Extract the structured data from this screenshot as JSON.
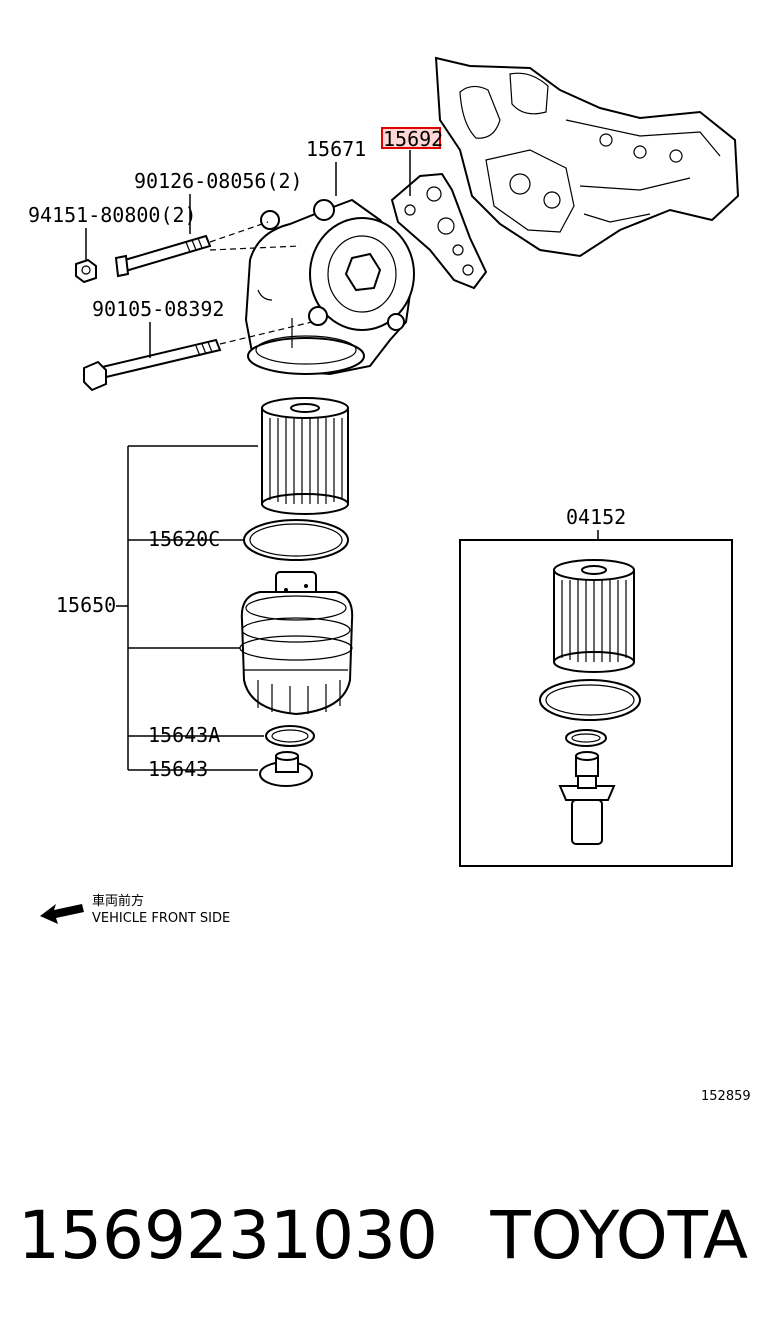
{
  "labels": {
    "p15671": "15671",
    "p15692": "15692",
    "p90126": "90126-08056(2)",
    "p94151": "94151-80800(2)",
    "p90105": "90105-08392",
    "p15620C": "15620C",
    "p15650": "15650",
    "p15643A": "15643A",
    "p15643": "15643",
    "p04152": "04152"
  },
  "direction": {
    "jp": "車両前方",
    "en": "VEHICLE FRONT SIDE"
  },
  "diagram_ref": "152859",
  "footer": {
    "part_number": "1569231030",
    "brand": "TOYOTA"
  },
  "colors": {
    "highlight_border": "#e00000",
    "highlight_fill": "#ffd6d6"
  }
}
